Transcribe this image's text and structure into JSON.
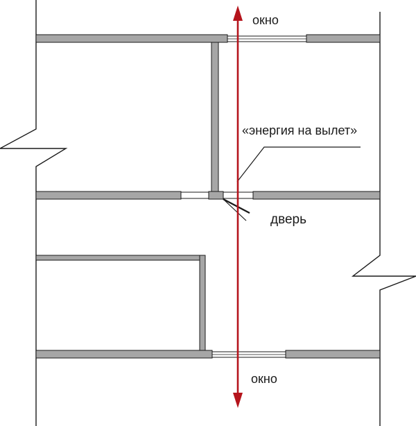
{
  "labels": {
    "window_top": "окно",
    "energy": "«энергия на вылет»",
    "door": "дверь",
    "window_bottom": "окно"
  },
  "colors": {
    "wall_fill": "#a6a6a6",
    "wall_stroke": "#1a1a1a",
    "line": "#1a1a1a",
    "arrow": "#b5141c",
    "background": "#ffffff"
  }
}
